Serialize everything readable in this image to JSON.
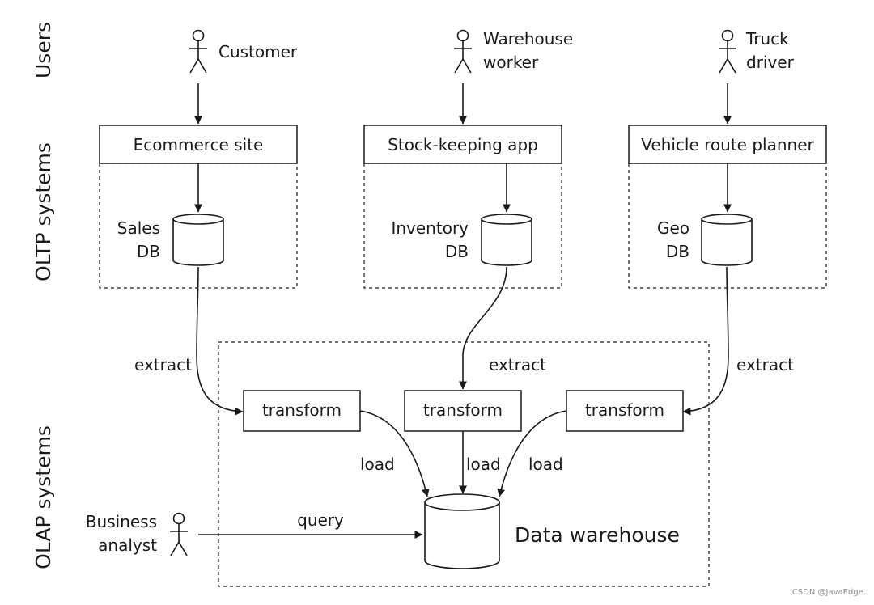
{
  "section_labels": {
    "users": "Users",
    "oltp": "OLTP systems",
    "olap": "OLAP systems"
  },
  "users": [
    {
      "line1": "Customer",
      "line2": ""
    },
    {
      "line1": "Warehouse",
      "line2": "worker"
    },
    {
      "line1": "Truck",
      "line2": "driver"
    }
  ],
  "apps": [
    "Ecommerce site",
    "Stock-keeping app",
    "Vehicle route planner"
  ],
  "databases": [
    {
      "line1": "Sales",
      "line2": "DB"
    },
    {
      "line1": "Inventory",
      "line2": "DB"
    },
    {
      "line1": "Geo",
      "line2": "DB"
    }
  ],
  "edge_labels": {
    "extract": "extract",
    "load": "load",
    "query": "query"
  },
  "transform_label": "transform",
  "analyst": {
    "line1": "Business",
    "line2": "analyst"
  },
  "warehouse_label": "Data warehouse",
  "watermark": "CSDN @JavaEdge."
}
